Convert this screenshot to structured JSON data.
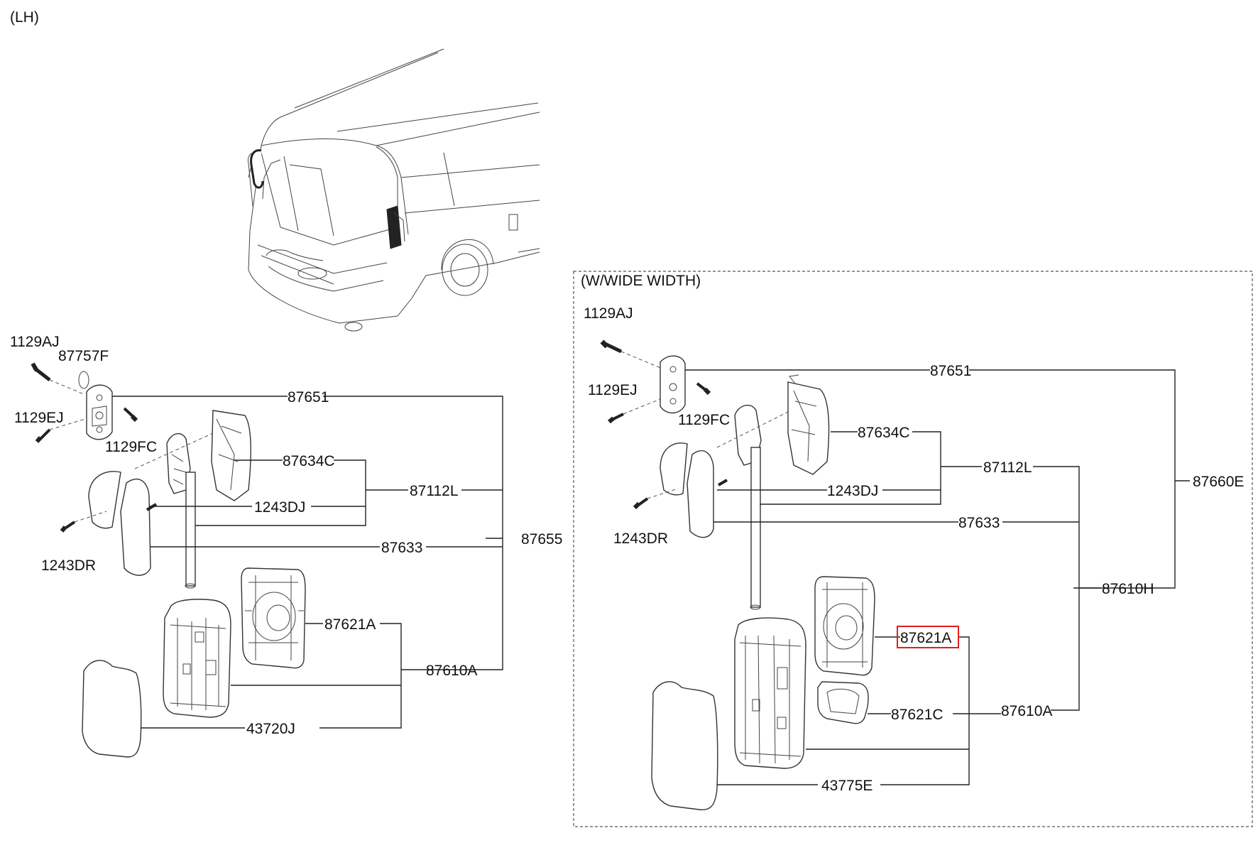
{
  "header": {
    "side_label": "(LH)"
  },
  "inset": {
    "title": "(W/WIDE WIDTH)"
  },
  "left": {
    "labels": {
      "p1129AJ": "1129AJ",
      "p87757F": "87757F",
      "p1129EJ": "1129EJ",
      "p1129FC": "1129FC",
      "p87651": "87651",
      "p87634C": "87634C",
      "p87112L": "87112L",
      "p1243DJ": "1243DJ",
      "p87633": "87633",
      "p87655": "87655",
      "p1243DR": "1243DR",
      "p87621A": "87621A",
      "p87610A": "87610A",
      "p43720J": "43720J"
    }
  },
  "right": {
    "labels": {
      "p1129AJ": "1129AJ",
      "p1129EJ": "1129EJ",
      "p1129FC": "1129FC",
      "p87651": "87651",
      "p87634C": "87634C",
      "p87112L": "87112L",
      "p1243DJ": "1243DJ",
      "p87633": "87633",
      "p87660E": "87660E",
      "p1243DR": "1243DR",
      "p87610H": "87610H",
      "p87621A": "87621A",
      "p87621C": "87621C",
      "p87610A": "87610A",
      "p43775E": "43775E"
    },
    "highlighted_part": "87621A",
    "highlight_color": "#e02020"
  },
  "icons": [
    "bus-illustration",
    "bolt-icon",
    "screw-icon",
    "o-ring-icon",
    "mirror-bracket",
    "mirror-arm",
    "mirror-cover",
    "mirror-glass-holder",
    "mirror-housing",
    "mirror-shell"
  ]
}
